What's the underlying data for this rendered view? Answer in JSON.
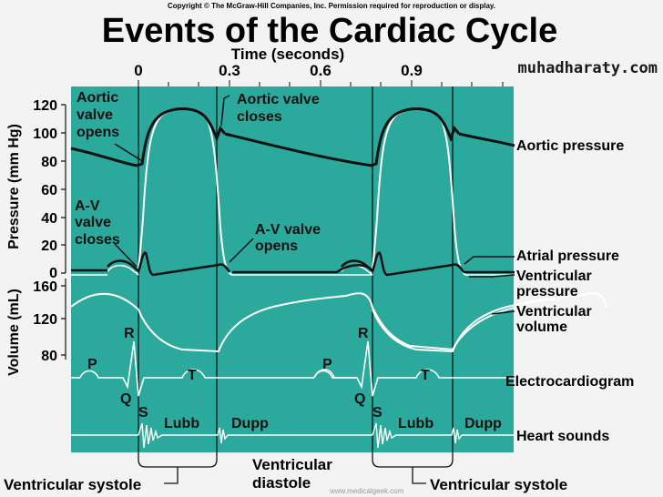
{
  "copyright": "Copyright © The McGraw-Hill Companies, Inc. Permission required for reproduction or display.",
  "title": "Events of the Cardiac Cycle",
  "time_axis": {
    "label": "Time (seconds)",
    "ticks": [
      "0",
      "0.3",
      "0.6",
      "0.9"
    ]
  },
  "pressure_axis": {
    "label": "Pressure (mm Hg)",
    "ticks": [
      "120",
      "100",
      "80",
      "60",
      "40",
      "20",
      "0"
    ]
  },
  "volume_axis": {
    "label": "Volume (mL)",
    "ticks": [
      "160",
      "120",
      "80"
    ]
  },
  "annotations": {
    "aortic_opens": [
      "Aortic",
      "valve",
      "opens"
    ],
    "aortic_closes": [
      "Aortic valve",
      "closes"
    ],
    "av_closes": [
      "A-V",
      "valve",
      "closes"
    ],
    "av_opens": [
      "A-V valve",
      "opens"
    ]
  },
  "trace_labels": {
    "aortic_pressure": "Aortic pressure",
    "atrial_pressure": "Atrial pressure",
    "ventricular_pressure": [
      "Ventricular",
      "pressure"
    ],
    "ventricular_volume": [
      "Ventricular",
      "volume"
    ],
    "ecg": "Electrocardiogram",
    "heart_sounds": "Heart sounds"
  },
  "ecg_waves": {
    "p": "P",
    "q": "Q",
    "r": "R",
    "s": "S",
    "t": "T"
  },
  "sounds": {
    "lubb": "Lubb",
    "dupp": "Dupp"
  },
  "phases": {
    "systole": "Ventricular systole",
    "diastole": [
      "Ventricular",
      "diastole"
    ],
    "systole2": "Ventricular systole"
  },
  "watermark": "www.medicalgeek.com",
  "site": "muhadharaty.com",
  "colors": {
    "panel": "#2ba99c",
    "trace_dark": "#111111",
    "trace_light": "#ffffff"
  }
}
